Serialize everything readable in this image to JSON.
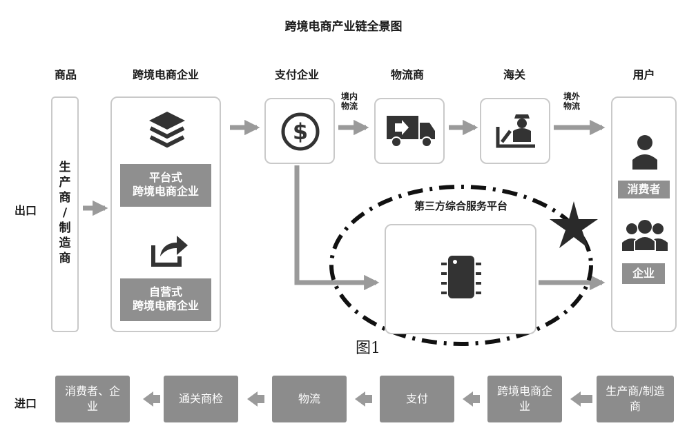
{
  "title": "跨境电商产业链全景图",
  "headers": {
    "goods": "商品",
    "ecommerce": "跨境电商企业",
    "payment": "支付企业",
    "logistics": "物流商",
    "customs": "海关",
    "users": "用户"
  },
  "rows": {
    "export": "出口",
    "import": "进口"
  },
  "producer_vertical": [
    "生",
    "产",
    "商",
    "/",
    "制",
    "造",
    "商"
  ],
  "platform_label": [
    "平台式",
    "跨境电商企业"
  ],
  "self_label": [
    "自营式",
    "跨境电商企业"
  ],
  "domestic_logistics": [
    "境内",
    "物流"
  ],
  "overseas_logistics": [
    "境外",
    "物流"
  ],
  "third_party": "第三方综合服务平台",
  "consumer": "消费者",
  "enterprise": "企业",
  "figure_caption": "图1",
  "import_flow": [
    [
      "消费者、企",
      "业"
    ],
    [
      "通关商检"
    ],
    [
      "物流"
    ],
    [
      "支付"
    ],
    [
      "跨境电商企",
      "业"
    ],
    [
      "生产商/制造",
      "商"
    ]
  ],
  "icons": [
    "layers-icon",
    "share-icon",
    "dollar-icon",
    "truck-icon",
    "customs-officer-icon",
    "chip-icon",
    "consumer-icon",
    "enterprise-icon",
    "star-icon"
  ],
  "colors": {
    "arrow": "#9a9a9a",
    "label_bg": "#8f8f8f",
    "box_border": "#c9c9c9",
    "dark": "#3a3a3a"
  }
}
